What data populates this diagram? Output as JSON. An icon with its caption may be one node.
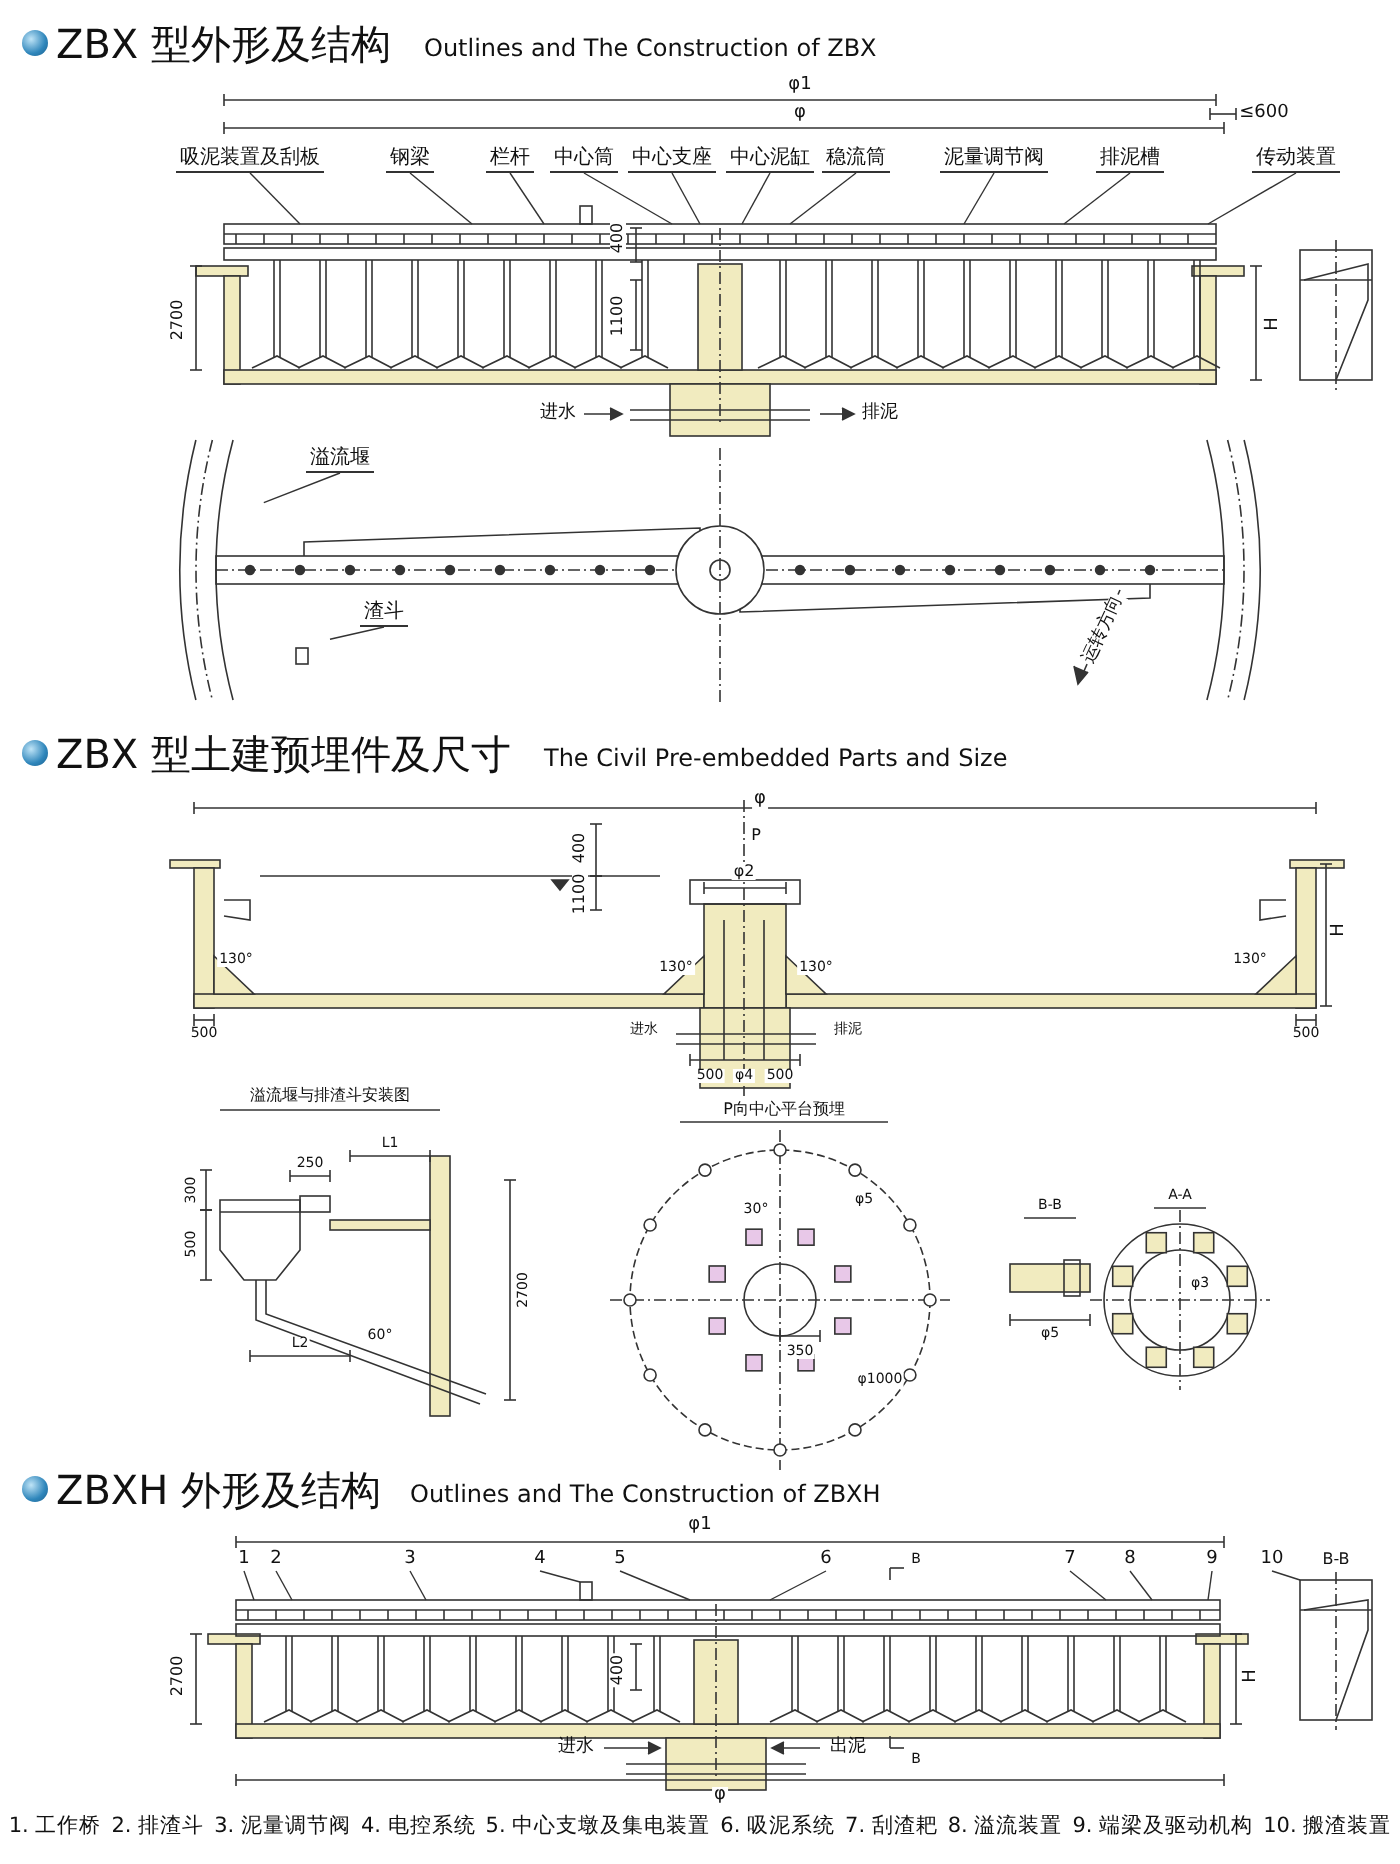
{
  "diagram": {
    "nodes": [
      {
        "text": [
          "吸泥装置及刮板"
        ]
      },
      {
        "text": [
          "钢梁"
        ]
      },
      {
        "text": [
          "栏杆"
        ]
      },
      {
        "text": [
          "中心筒"
        ]
      },
      {
        "text": [
          "中心支座"
        ]
      },
      {
        "text": [
          "中心泥缸"
        ]
      },
      {
        "text": [
          "稳流筒"
        ]
      },
      {
        "text": [
          "泥量调节阀"
        ]
      },
      {
        "text": [
          "排泥槽"
        ]
      },
      {
        "text": [
          "传动装置"
        ]
      },
      {
        "text": [
          "溢流堰"
        ]
      },
      {
        "text": [
          "渣斗"
        ]
      },
      {
        "text": [
          "1"
        ]
      },
      {
        "text": [
          "2"
        ]
      },
      {
        "text": [
          "3"
        ]
      },
      {
        "text": [
          "4"
        ]
      },
      {
        "text": [
          "5"
        ]
      },
      {
        "text": [
          "6"
        ]
      },
      {
        "text": [
          "7"
        ]
      },
      {
        "text": [
          "8"
        ]
      },
      {
        "text": [
          "9"
        ]
      },
      {
        "text": [
          "10"
        ]
      },
      {
        "text": [],
        "shape": "bar"
      },
      {
        "text": [],
        "shape": "box"
      },
      {
        "text": [],
        "shape": "bar"
      },
      {
        "text": [],
        "shape": "box"
      }
    ],
    "edges": [
      {
        "from": 0,
        "to": 22,
        "arrow": "none"
      },
      {
        "from": 1,
        "to": 22,
        "arrow": "none"
      },
      {
        "from": 2,
        "to": 22,
        "arrow": "none"
      },
      {
        "from": 3,
        "to": 22,
        "arrow": "none"
      },
      {
        "from": 4,
        "to": 22,
        "arrow": "none"
      },
      {
        "from": 5,
        "to": 22,
        "arrow": "none"
      },
      {
        "from": 6,
        "to": 22,
        "arrow": "none"
      },
      {
        "from": 7,
        "to": 22,
        "arrow": "none"
      },
      {
        "from": 8,
        "to": 22,
        "arrow": "none"
      },
      {
        "from": 9,
        "to": 22,
        "arrow": "none"
      },
      {
        "from": 10,
        "to": null,
        "arrow": "none"
      },
      {
        "from": 11,
        "to": null,
        "arrow": "none"
      },
      {
        "from": 12,
        "to": 24,
        "arrow": "none"
      },
      {
        "from": 13,
        "to": 24,
        "arrow": "none"
      },
      {
        "from": 14,
        "to": 24,
        "arrow": "none"
      },
      {
        "from": 15,
        "to": 23,
        "arrow": "none"
      },
      {
        "from": 16,
        "to": 24,
        "arrow": "none"
      },
      {
        "from": 17,
        "to": 24,
        "arrow": "none"
      },
      {
        "from": 18,
        "to": 24,
        "arrow": "none"
      },
      {
        "from": 19,
        "to": 24,
        "arrow": "none"
      },
      {
        "from": 20,
        "to": 24,
        "arrow": "none"
      },
      {
        "from": 21,
        "to": 25,
        "arrow": "none"
      }
    ],
    "labels": [
      "ZBX 型外形及结构",
      "Outlines and The Construction of ZBX",
      "φ1",
      "φ",
      "≤600",
      "400",
      "2700",
      "1100",
      "H",
      "进水",
      "排泥",
      "运转方向",
      "ZBX 型土建预埋件及尺寸",
      "The Civil Pre-embedded Parts and Size",
      "φ",
      "P",
      "400",
      "1100",
      "φ2",
      "H",
      "130°",
      "130°",
      "130°",
      "130°",
      "500",
      "进水",
      "排泥",
      "500",
      "500",
      "φ4",
      "500",
      "溢流堰与排渣斗安装图",
      "250",
      "L1",
      "300",
      "500",
      "2700",
      "L2",
      "60°",
      "P向中心平台预埋",
      "30°",
      "φ5",
      "350",
      "φ1000",
      "B-B",
      "φ5",
      "A-A",
      "φ3",
      "ZBXH 外形及结构",
      "Outlines and The Construction of ZBXH",
      "φ1",
      "B",
      "2700",
      "400",
      "H",
      "进水",
      "出泥",
      "B",
      "φ",
      "B-B",
      "1. 工作桥",
      "2. 排渣斗",
      "3. 泥量调节阀",
      "4. 电控系统",
      "5. 中心支墩及集电装置",
      "6. 吸泥系统",
      "7. 刮渣耙",
      "8. 溢流装置",
      "9. 端梁及驱动机构",
      "10. 搬渣装置"
    ]
  }
}
